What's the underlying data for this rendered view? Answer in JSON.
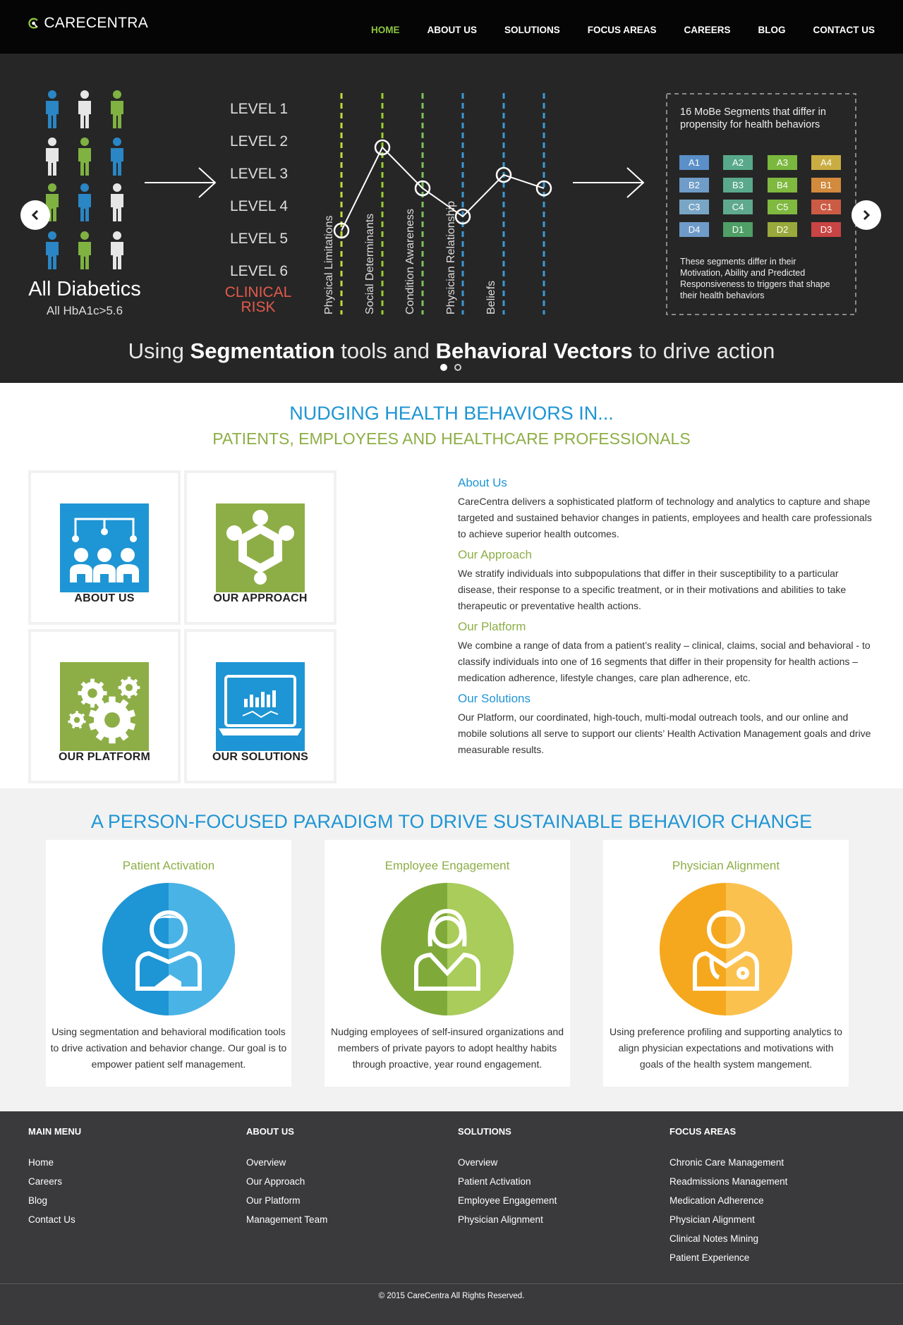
{
  "brand": {
    "name_part1": "CARE",
    "name_part2": "CENTRA"
  },
  "nav": [
    "HOME",
    "ABOUT US",
    "SOLUTIONS",
    "FOCUS AREAS",
    "CAREERS",
    "BLOG",
    "CONTACT US"
  ],
  "hero": {
    "group_title": "All Diabetics",
    "group_subtitle": "All HbA1c>5.6",
    "levels": [
      "LEVEL 1",
      "LEVEL 2",
      "LEVEL 3",
      "LEVEL 4",
      "LEVEL 5",
      "LEVEL 6"
    ],
    "clinical_risk": [
      "CLINICAL",
      "RISK"
    ],
    "vectors": [
      "Physical Limitations",
      "Social Determinants",
      "Condition Awareness",
      "Physician Relationship",
      "Beliefs"
    ],
    "segments_title": "16 MoBe Segments that differ in propensity for health behaviors",
    "segments": [
      [
        "A1",
        "A2",
        "A3",
        "A4"
      ],
      [
        "B2",
        "B3",
        "B4",
        "B1"
      ],
      [
        "C3",
        "C4",
        "C5",
        "C1"
      ],
      [
        "D4",
        "D1",
        "D2",
        "D3"
      ]
    ],
    "segments_note": "These segments differ in their Motivation, Ability and Predicted Responsiveness to triggers that shape their health behaviors",
    "caption_pre": "Using ",
    "caption_b1": "Segmentation",
    "caption_mid": " tools and ",
    "caption_b2": "Behavioral Vectors",
    "caption_post": " to drive action"
  },
  "nudging": {
    "title": "NUDGING HEALTH BEHAVIORS IN...",
    "subtitle": "PATIENTS, EMPLOYEES AND HEALTHCARE PROFESSIONALS",
    "tiles": [
      "ABOUT US",
      "OUR APPROACH",
      "OUR PLATFORM",
      "OUR SOLUTIONS"
    ],
    "blocks": [
      {
        "title": "About Us",
        "text": "CareCentra delivers a sophisticated platform of technology and analytics to capture and shape targeted and sustained behavior changes in patients, employees and health care professionals to achieve superior health outcomes."
      },
      {
        "title": "Our Approach",
        "text": "We stratify individuals into subpopulations that differ in their susceptibility to a particular disease, their response to a specific treatment, or in their motivations and abilities to take therapeutic or preventative health actions."
      },
      {
        "title": "Our Platform",
        "text": "We combine a range of data from a patient’s reality – clinical, claims, social and behavioral - to classify individuals into one of 16 segments that differ in their propensity for health actions – medication adherence, lifestyle changes, care plan adherence, etc."
      },
      {
        "title": "Our Solutions",
        "text": "Our Platform, our coordinated, high-touch, multi-modal outreach tools, and our online and mobile solutions all serve to support our clients’ Health Activation Management goals and drive measurable results."
      }
    ]
  },
  "paradigm": {
    "title": "A PERSON-FOCUSED PARADIGM TO DRIVE SUSTAINABLE BEHAVIOR CHANGE",
    "cards": [
      {
        "title": "Patient Activation",
        "text": "Using segmentation and behavioral modification tools to drive activation and behavior change. Our goal is to empower patient self management."
      },
      {
        "title": "Employee Engagement",
        "text": "Nudging employees of self-insured organizations and members of private payors to adopt healthy habits through proactive, year round engagement."
      },
      {
        "title": "Physician Alignment",
        "text": "Using preference profiling and supporting analytics to align physician expectations and motivations with goals of the health system mangement."
      }
    ]
  },
  "footer": {
    "columns": [
      {
        "title": "MAIN MENU",
        "links": [
          "Home",
          "Careers",
          "Blog",
          "Contact Us"
        ]
      },
      {
        "title": "ABOUT US",
        "links": [
          "Overview",
          "Our Approach",
          "Our Platform",
          "Management Team"
        ]
      },
      {
        "title": "SOLUTIONS",
        "links": [
          "Overview",
          "Patient Activation",
          "Employee Engagement",
          "Physician Alignment"
        ]
      },
      {
        "title": "FOCUS AREAS",
        "links": [
          "Chronic Care Management",
          "Readmissions Management",
          "Medication Adherence",
          "Physician Alignment",
          "Clinical Notes Mining",
          "Patient Experience"
        ]
      }
    ],
    "copyright": "© 2015 CareCentra All Rights Reserved."
  },
  "colors": {
    "brand_green": "#8dc63f",
    "brand_blue": "#1e95d4",
    "text_green": "#8dae46",
    "orange": "#f5a81e",
    "header_bg": "#050505",
    "footer_bg": "#3a393b"
  }
}
